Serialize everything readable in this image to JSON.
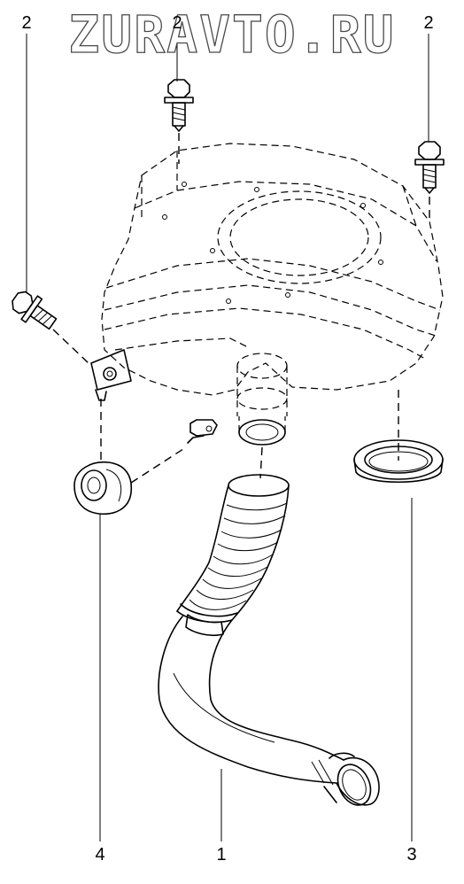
{
  "watermark": "ZURAVTO.RU",
  "callouts": {
    "bolt_left": "2",
    "bolt_top": "2",
    "bolt_right": "2",
    "hose": "1",
    "grommet": "4",
    "seal_ring": "3"
  }
}
